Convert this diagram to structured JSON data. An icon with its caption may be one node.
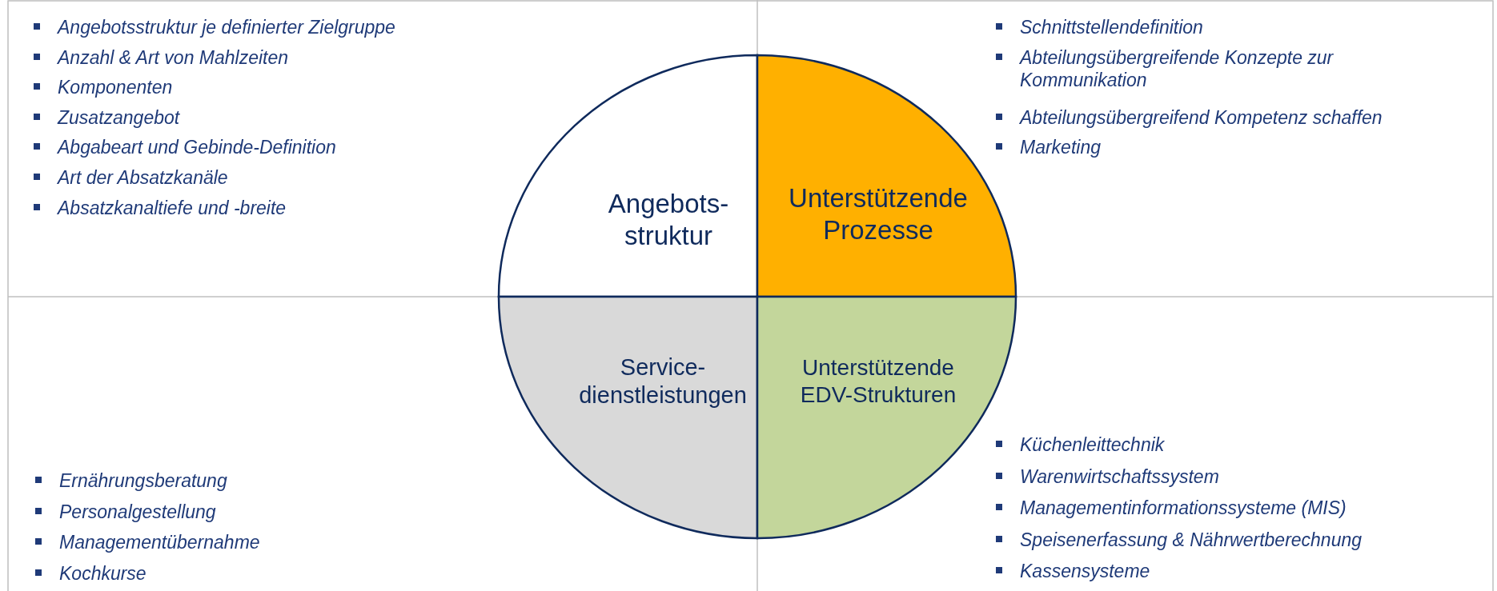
{
  "diagram": {
    "nodes": [
      {
        "text": [
          "Angebots- struktur"
        ]
      },
      {
        "text": [
          "Unterstützende Prozesse"
        ]
      },
      {
        "text": [
          "Service- dienstleistungen"
        ]
      },
      {
        "text": [
          "Unterstützende EDV-Strukturen"
        ]
      }
    ],
    "labels": [
      "Angebotsstruktur je definierter Zielgruppe",
      "Anzahl & Art von Mahlzeiten",
      "Komponenten",
      "Zusatzangebot",
      "Abgabeart und Gebinde-Definition",
      "Art der Absatzkanäle",
      "Absatzkanaltiefe und -breite",
      "Schnittstellendefinition",
      "Abteilungsübergreifende Konzepte zur Kommunikation",
      "Abteilungsübergreifend Kompetenz schaffen",
      "Marketing",
      "Ernährungsberatung",
      "Personalgestellung",
      "Managementübernahme",
      "Kochkurse",
      "Küchenleittechnik",
      "Warenwirtschaftssystem",
      "Managementinformationssysteme (MIS)",
      "Speisenerfassung & Nährwertberechnung",
      "Kassensysteme"
    ]
  }
}
